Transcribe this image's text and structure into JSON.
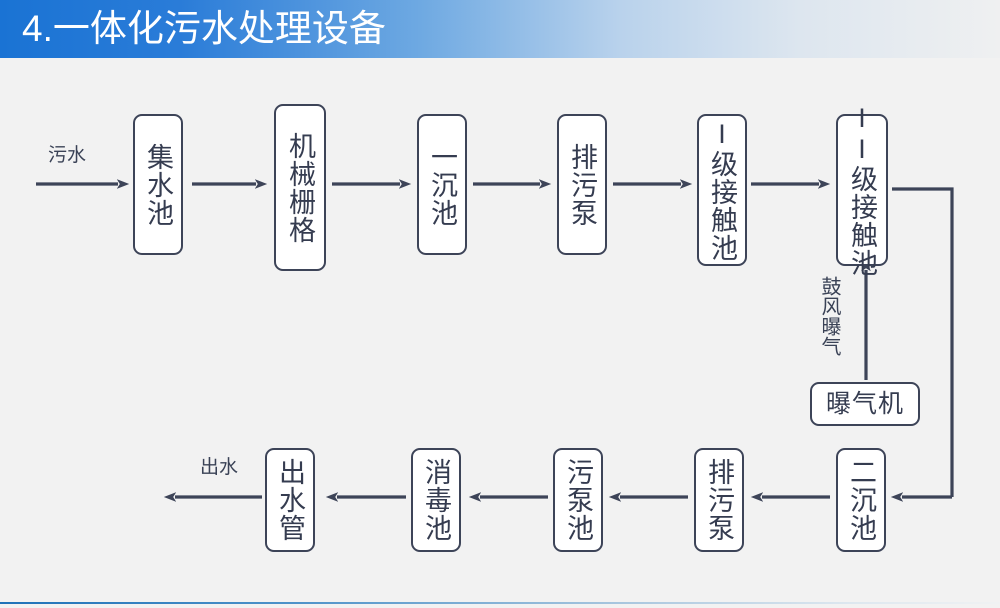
{
  "header": {
    "title": "4.一体化污水处理设备",
    "bg_start": "#1a73d4",
    "bg_end": "#eff0f1",
    "text_color": "#ffffff"
  },
  "page": {
    "background": "#f2f2f2",
    "line_color": "#3d4458",
    "node_fill": "#ffffff",
    "node_text_color": "#353c50"
  },
  "diagram": {
    "type": "process-flow",
    "inlet_label": "污水",
    "outlet_label": "出水",
    "aeration_label": "鼓风曝气",
    "top_row": [
      {
        "id": "node-1",
        "label": "集水池"
      },
      {
        "id": "node-2",
        "label": "机械栅格"
      },
      {
        "id": "node-3",
        "label": "一沉池"
      },
      {
        "id": "node-4",
        "label": "排污泵"
      },
      {
        "id": "node-5",
        "label": "I级接触池"
      },
      {
        "id": "node-6",
        "label": "II级接触池"
      }
    ],
    "aerator": {
      "id": "node-aerator",
      "label": "曝气机"
    },
    "bottom_row": [
      {
        "id": "node-7",
        "label": "二沉池"
      },
      {
        "id": "node-8",
        "label": "排污泵"
      },
      {
        "id": "node-9",
        "label": "污泵池"
      },
      {
        "id": "node-10",
        "label": "消毒池"
      },
      {
        "id": "node-11",
        "label": "出水管"
      }
    ]
  },
  "footer": {
    "rule_color_start": "#1f72b8",
    "rule_color_end": "#f0f2f3"
  }
}
